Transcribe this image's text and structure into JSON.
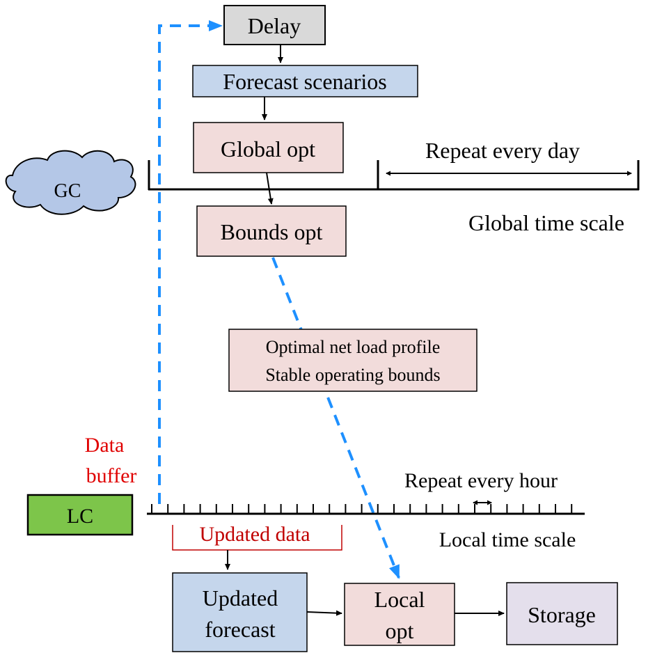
{
  "nodes": {
    "delay": "Delay",
    "forecast_scenarios": "Forecast scenarios",
    "global_opt": "Global opt",
    "gc": "GC",
    "bounds_opt": "Bounds opt",
    "info_line1": "Optimal net load profile",
    "info_line2": "Stable operating bounds",
    "lc": "LC",
    "updated_data": "Updated data",
    "updated_forecast_line1": "Updated",
    "updated_forecast_line2": "forecast",
    "local_opt_line1": "Local",
    "local_opt_line2": "opt",
    "storage": "Storage"
  },
  "labels": {
    "repeat_every_day": "Repeat every day",
    "global_time_scale": "Global time scale",
    "data_buffer_line1": "Data",
    "data_buffer_line2": "buffer",
    "repeat_every_hour": "Repeat every hour",
    "local_time_scale": "Local time scale"
  },
  "colors": {
    "delay_fill": "#d9d9d9",
    "forecast_fill": "#c5d6ec",
    "pink_fill": "#f2dcdb",
    "cloud_fill": "#b4c7e7",
    "lc_fill": "#7dc54a",
    "storage_fill": "#e4dfec",
    "dashed_arrow": "#1e90ff",
    "data_buffer_text": "#e00000"
  }
}
